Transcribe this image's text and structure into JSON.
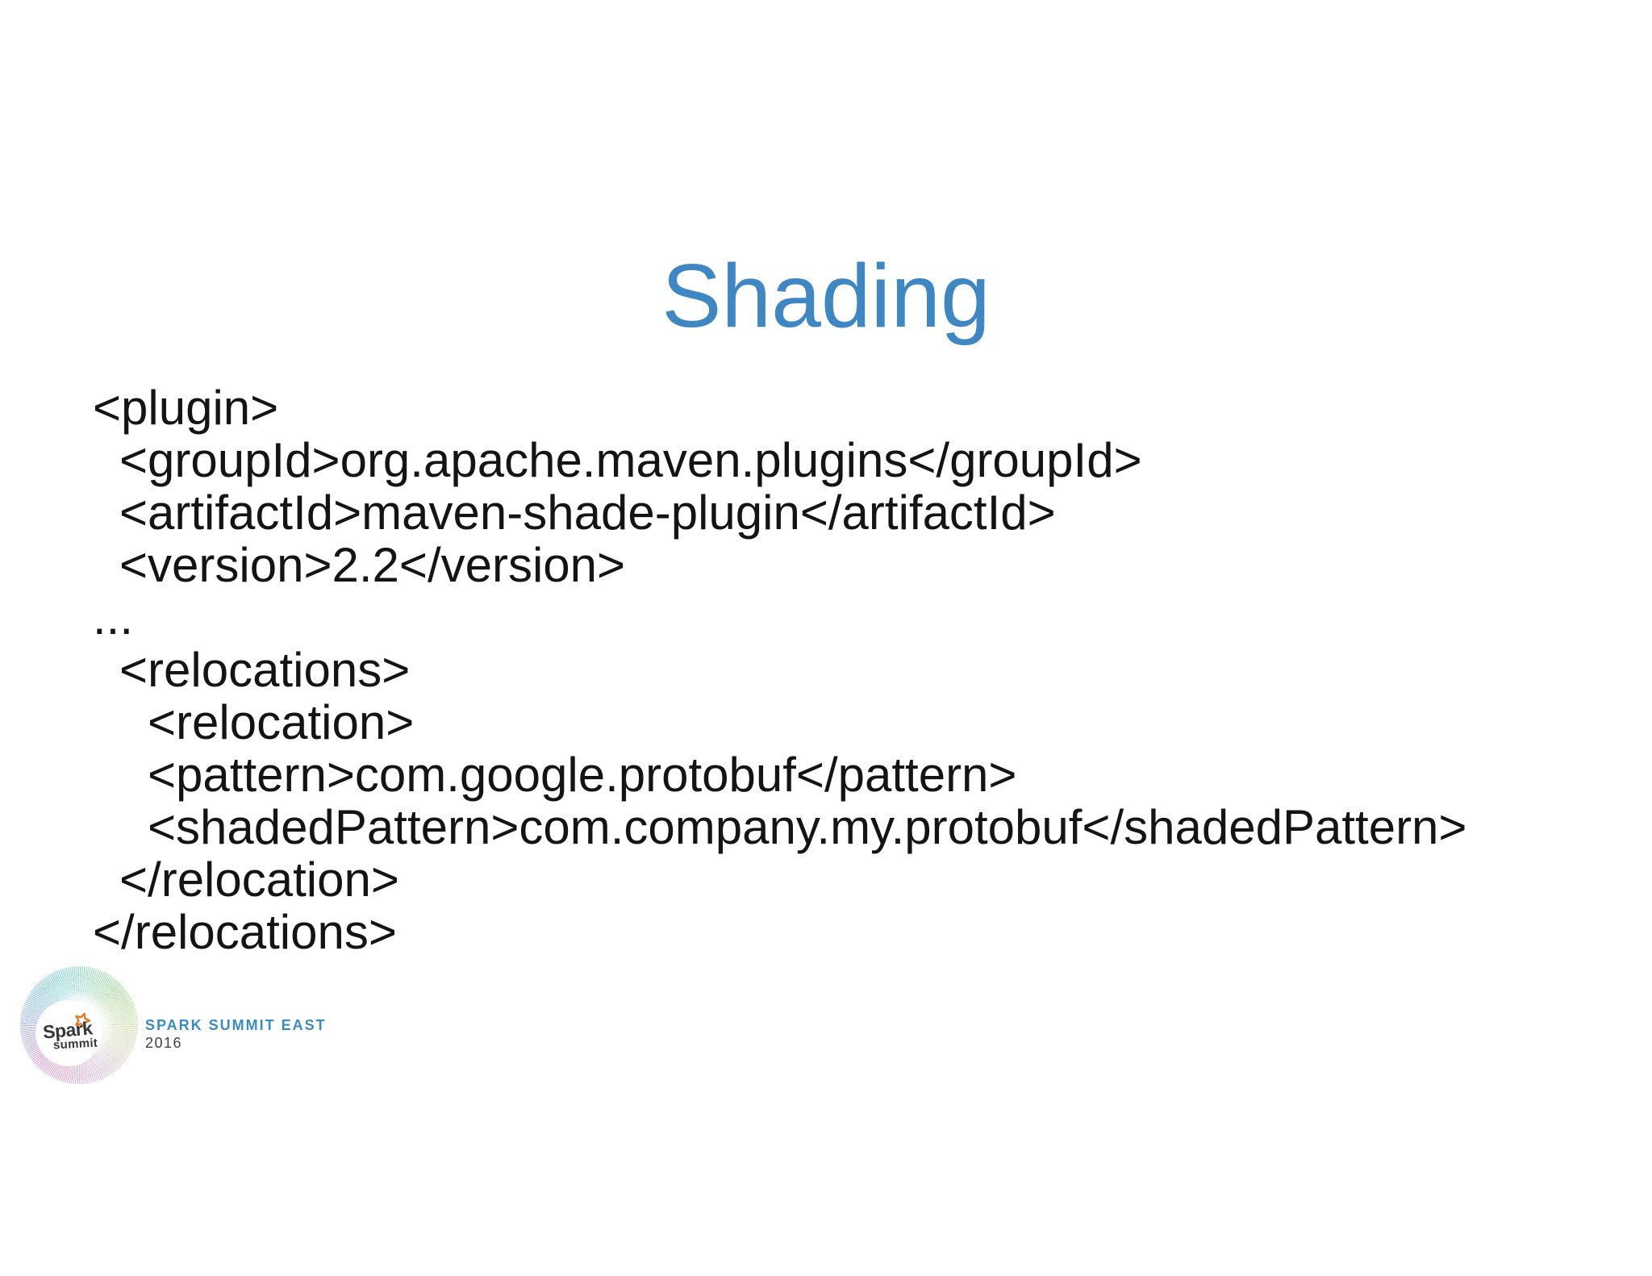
{
  "slide": {
    "title": "Shading",
    "title_color": "#3e87c2",
    "code_text_color": "#141414",
    "background_color": "#ffffff",
    "code_lines": [
      {
        "indent": 0,
        "text": "<plugin>"
      },
      {
        "indent": 1,
        "text": "<groupId>org.apache.maven.plugins</groupId>"
      },
      {
        "indent": 1,
        "text": "<artifactId>maven-shade-plugin</artifactId>"
      },
      {
        "indent": 1,
        "text": "<version>2.2</version>"
      },
      {
        "indent": 0,
        "text": "..."
      },
      {
        "indent": 1,
        "text": "<relocations>"
      },
      {
        "indent": 2,
        "text": "<relocation>"
      },
      {
        "indent": 2,
        "text": "<pattern>com.google.protobuf</pattern>"
      },
      {
        "indent": 2,
        "text": "<shadedPattern>com.company.my.protobuf</shadedPattern>"
      },
      {
        "indent": 1,
        "text": "</relocation>"
      },
      {
        "indent": 0,
        "text": "</relocations>"
      }
    ]
  },
  "footer": {
    "logo": {
      "wordmark_top": "Spark",
      "wordmark_bottom": "summit",
      "star_color": "#e87722"
    },
    "event_name": "SPARK SUMMIT EAST",
    "event_year": "2016",
    "event_name_color": "#3a8bbe",
    "event_year_color": "#3d4245"
  }
}
